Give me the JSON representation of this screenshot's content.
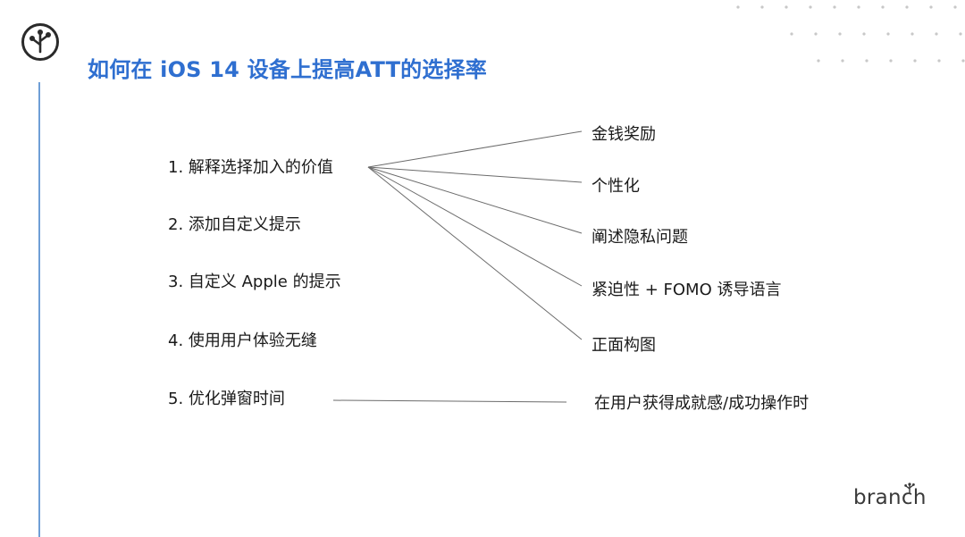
{
  "title": "如何在 iOS 14 设备上提高ATT的选择率",
  "left_items": [
    "1. 解释选择加入的价值",
    "2. 添加自定义提示",
    "3. 自定义 Apple 的提示",
    "4. 使用用户体验无缝",
    "5. 优化弹窗时间"
  ],
  "right_items": [
    "金钱奖励",
    "个性化",
    "阐述隐私问题",
    "紧迫性 + FOMO 诱导语言",
    "正面构图",
    "在用户获得成就感/成功操作时"
  ],
  "brand": {
    "wordmark": "branch"
  },
  "icons": {
    "logo": "branch-tree-badge-icon",
    "wordmark_sprout": "sprout-icon"
  },
  "colors": {
    "title": "#2f6fd0",
    "accent_rule": "#6f9fd6",
    "text": "#1a1a1a",
    "connector": "#6b6b6b",
    "dots": "#c8c8c8"
  }
}
